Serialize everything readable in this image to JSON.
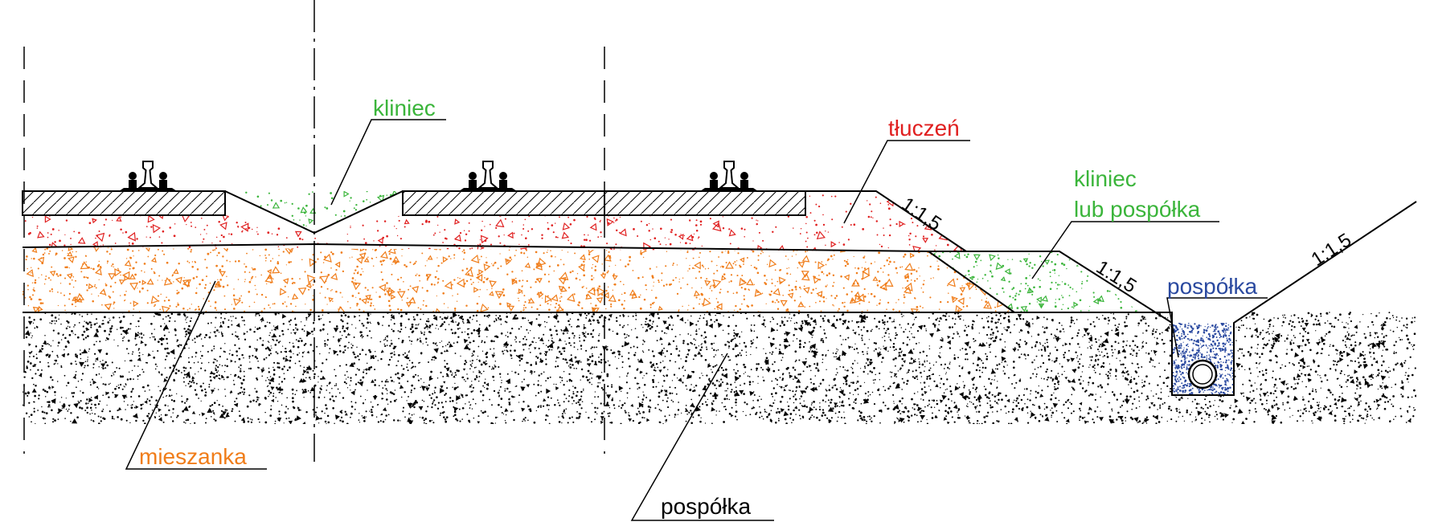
{
  "labels": {
    "kliniec_top": "kliniec",
    "tluczen": "tłuczeń",
    "kliniec_side_line1": "kliniec",
    "kliniec_side_line2": "lub pospółka",
    "pospolka_drain": "pospółka",
    "mieszanka": "mieszanka",
    "pospolka_bottom": "pospółka"
  },
  "slopes": {
    "slope_1": "1:1,5",
    "slope_2": "1:1,5",
    "slope_3": "1:1,5"
  },
  "colors": {
    "kliniec": "#3bb53b",
    "tluczen": "#e02020",
    "mieszanka": "#f07d1a",
    "pospolka": "#000000",
    "drain": "#2b4aa0",
    "line": "#000000"
  },
  "icons": {
    "rail": "rail-icon",
    "pipe": "drain-pipe-icon"
  }
}
